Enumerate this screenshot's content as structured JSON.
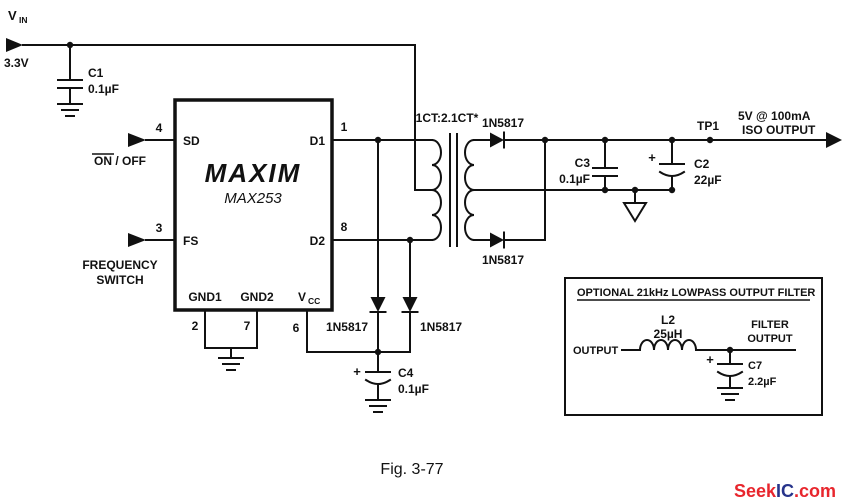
{
  "vin": {
    "label": "V",
    "sub": "IN",
    "voltage": "3.3V"
  },
  "c1": {
    "name": "C1",
    "value": "0.1µF"
  },
  "ic": {
    "brand": "MAXIM",
    "part": "MAX253",
    "sd": "SD",
    "fs": "FS",
    "d1": "D1",
    "d2": "D2",
    "gnd1": "GND1",
    "gnd2": "GND2",
    "vcc": "V",
    "vcc_sub": "CC",
    "n4": "4",
    "n3": "3",
    "n1": "1",
    "n8": "8",
    "n2": "2",
    "n7": "7",
    "n6": "6"
  },
  "inputs": {
    "onoff": "ON / OFF",
    "freq1": "FREQUENCY",
    "freq2": "SWITCH"
  },
  "xfmr": {
    "label": "1CT:2.1CT*"
  },
  "diodes": {
    "top": "1N5817",
    "bottom": "1N5817",
    "clamp_left": "1N5817",
    "clamp_right": "1N5817"
  },
  "c3": {
    "name": "C3",
    "value": "0.1µF"
  },
  "c2": {
    "name": "C2",
    "value": "22µF",
    "plus": "+"
  },
  "c4": {
    "name": "C4",
    "value": "0.1µF",
    "plus": "+"
  },
  "out": {
    "tp": "TP1",
    "spec": "5V @ 100mA",
    "iso": "ISO OUTPUT"
  },
  "filter": {
    "title": "OPTIONAL 21kHz LOWPASS OUTPUT FILTER",
    "input": "OUTPUT",
    "l2": "L2",
    "l2v": "25µH",
    "f1": "FILTER",
    "f2": "OUTPUT",
    "c7": "C7",
    "c7v": "2.2µF",
    "plus": "+"
  },
  "caption": "Fig. 3-77",
  "wm": {
    "a": "Seek",
    "b": "IC",
    "c": ".com",
    "red": "#e8262d",
    "blue": "#27348b"
  }
}
